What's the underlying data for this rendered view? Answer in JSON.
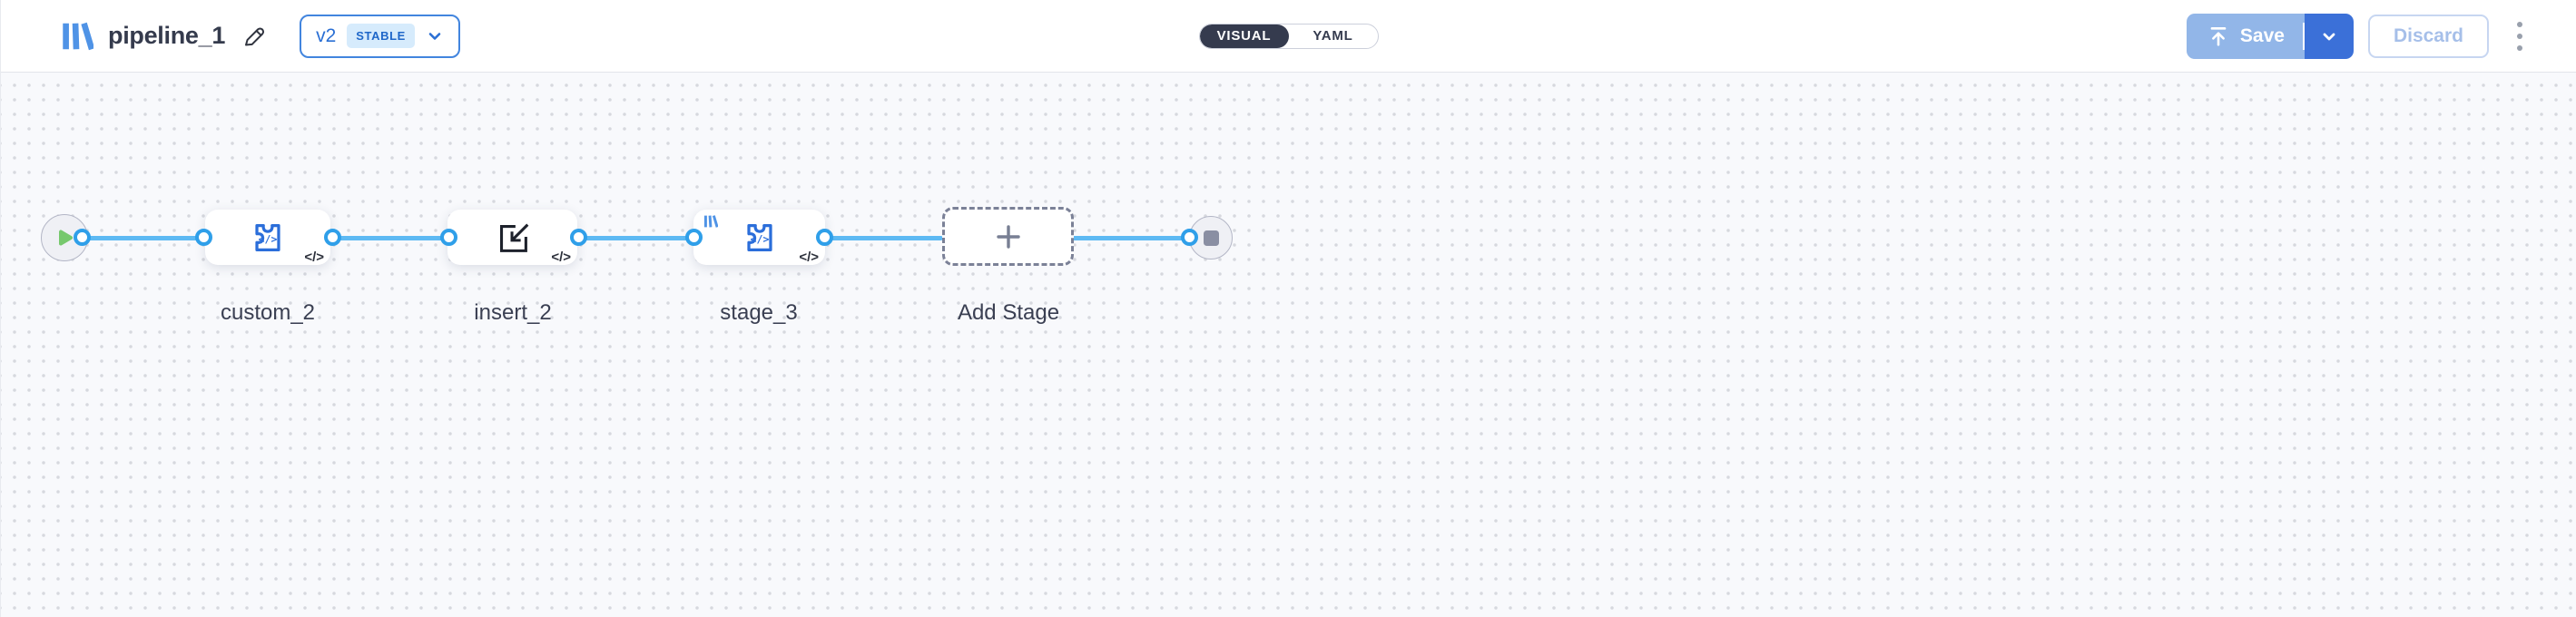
{
  "header": {
    "title": "pipeline_1",
    "version_selector": {
      "version": "v2",
      "status_badge": "STABLE"
    },
    "view_toggle": {
      "visual_label": "VISUAL",
      "yaml_label": "YAML",
      "active": "VISUAL"
    },
    "save_label": "Save",
    "discard_label": "Discard"
  },
  "pipeline": {
    "stages": [
      {
        "label": "custom_2",
        "type": "custom",
        "icon": "puzzle-code-icon",
        "icon_glyph": "</>",
        "corner_glyph": "</>"
      },
      {
        "label": "insert_2",
        "type": "insert",
        "icon": "import-icon",
        "corner_glyph": "</>"
      },
      {
        "label": "stage_3",
        "type": "custom",
        "icon": "puzzle-code-icon",
        "icon_glyph": "</>",
        "corner_glyph": "</>",
        "badge_icon": "logo-bars-icon"
      },
      {
        "label": "Add Stage",
        "type": "add-stage",
        "icon": "plus-icon"
      }
    ],
    "endpoints": {
      "start": "play",
      "end": "stop"
    }
  },
  "colors": {
    "accent_blue": "#2b6eda",
    "edge_blue": "#5db9f3",
    "port_ring_blue": "#2f9fe9",
    "save_primary": "#3b70d8",
    "save_muted": "#92b6e8",
    "badge_bg": "#d6ebfc",
    "badge_text": "#1f67c9",
    "toggle_dark": "#353b4e",
    "play_green": "#76c86d",
    "stop_gray": "#8a8fa3",
    "canvas_bg": "#f8f9fc"
  }
}
